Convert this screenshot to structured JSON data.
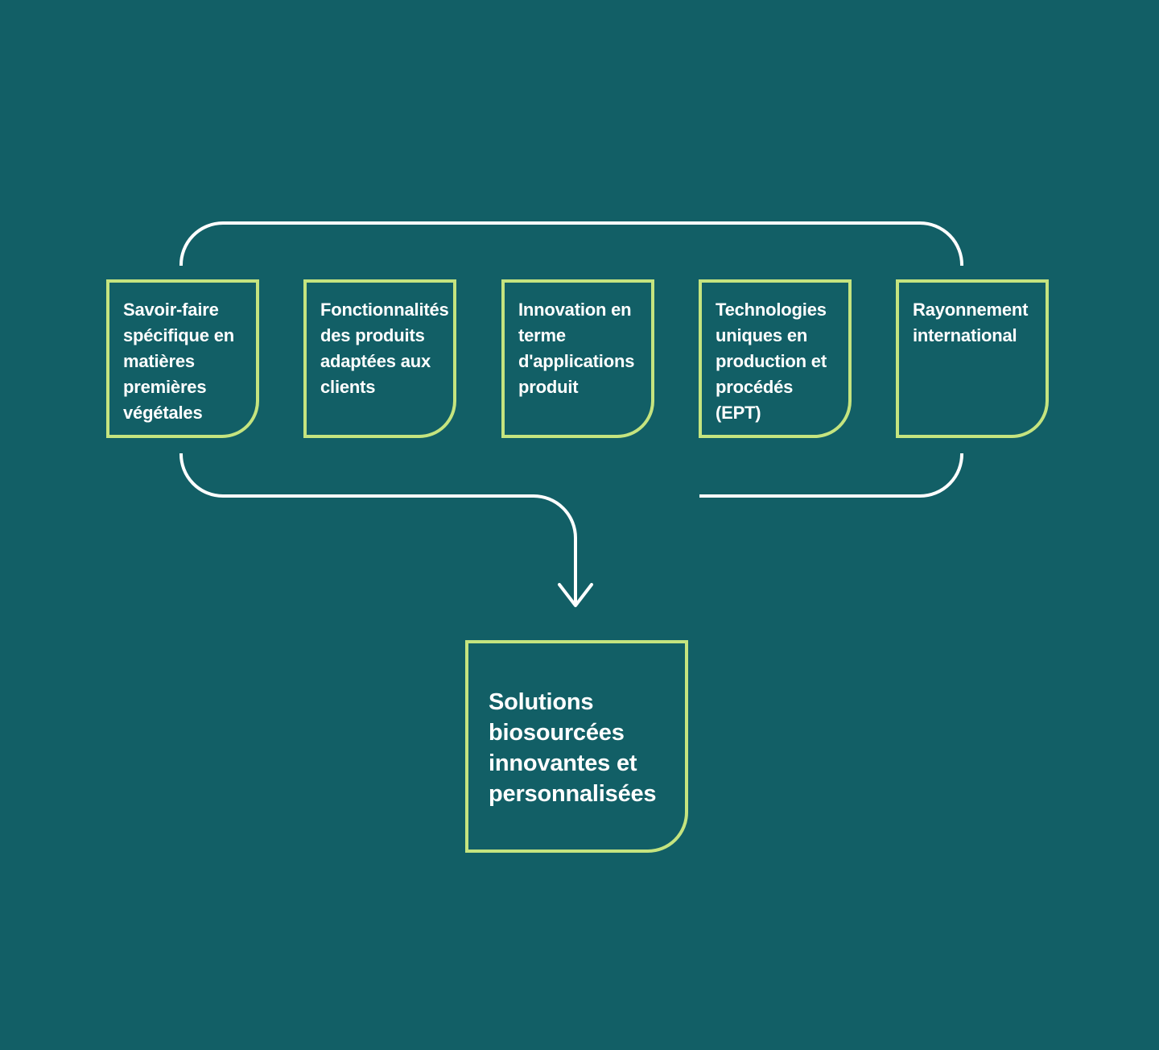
{
  "diagram": {
    "colors": {
      "background": "#125f66",
      "box_border": "#c5e47f",
      "connector": "#ffffff",
      "text": "#ffffff"
    },
    "sources": [
      {
        "id": "savoir-faire",
        "label": "Savoir-faire\nspécifique en\nmatières\npremières\nvégétales"
      },
      {
        "id": "fonctionnalites",
        "label": "Fonctionnalités\ndes produits\nadaptées aux\nclients"
      },
      {
        "id": "innovation",
        "label": "Innovation en\nterme\nd'applications\nproduit"
      },
      {
        "id": "technologies",
        "label": "Technologies\nuniques en\nproduction et\nprocédés\n(EPT)"
      },
      {
        "id": "rayonnement",
        "label": "Rayonnement\ninternational"
      }
    ],
    "result": {
      "id": "solutions",
      "label": "Solutions\nbiosourcées\ninnovantes et\npersonnalisées"
    }
  }
}
